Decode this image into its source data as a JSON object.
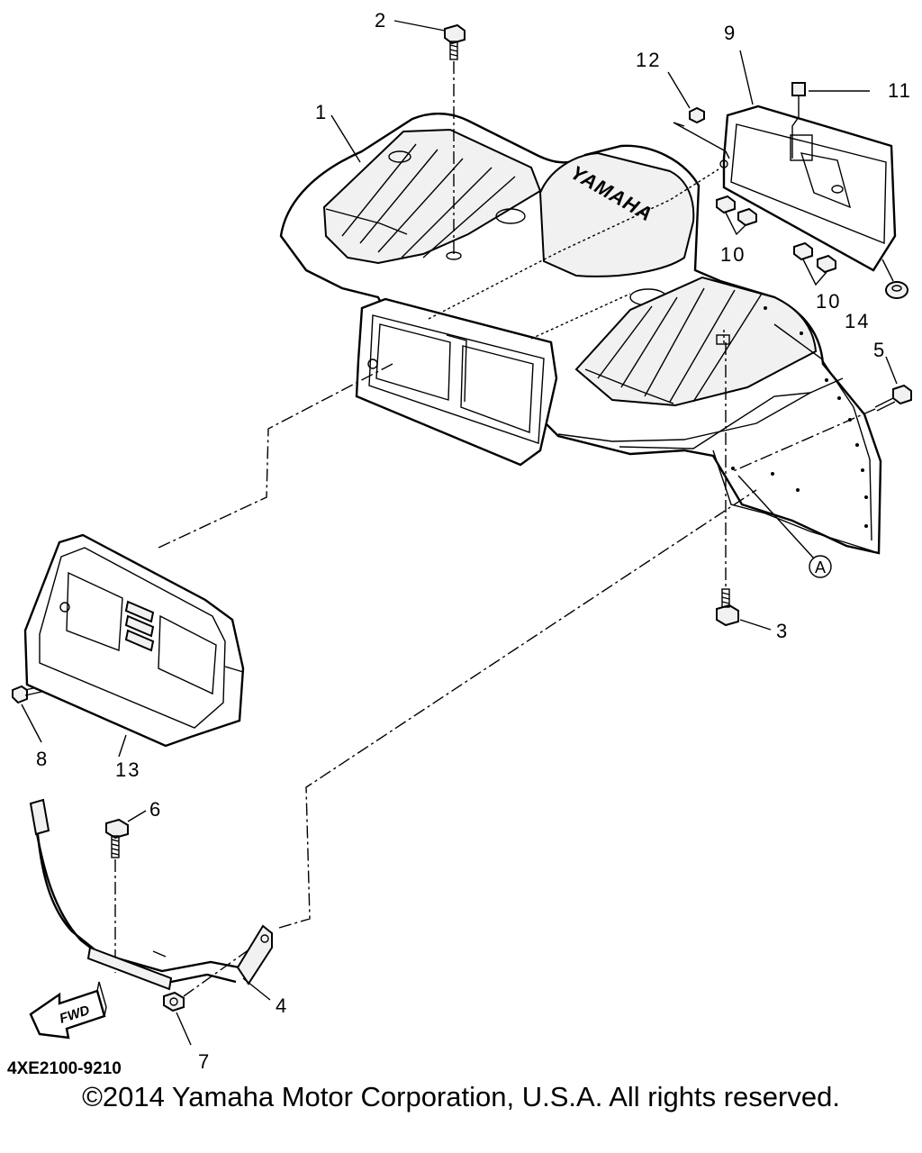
{
  "diagram": {
    "drawing_code": "4XE2100-9210",
    "fwd_label": "FWD",
    "brand_text": "YAMAHA",
    "circle_ref": "A",
    "callouts": [
      {
        "id": "1",
        "label": "1"
      },
      {
        "id": "2",
        "label": "2"
      },
      {
        "id": "3",
        "label": "3"
      },
      {
        "id": "4",
        "label": "4"
      },
      {
        "id": "5",
        "label": "5"
      },
      {
        "id": "6",
        "label": "6"
      },
      {
        "id": "7",
        "label": "7"
      },
      {
        "id": "8",
        "label": "8"
      },
      {
        "id": "9",
        "label": "9"
      },
      {
        "id": "10a",
        "label": "10"
      },
      {
        "id": "10b",
        "label": "10"
      },
      {
        "id": "11",
        "label": "11"
      },
      {
        "id": "12",
        "label": "12"
      },
      {
        "id": "13",
        "label": "13"
      },
      {
        "id": "14",
        "label": "14"
      }
    ]
  },
  "footer": {
    "copyright": "©2014 Yamaha Motor Corporation, U.S.A. All rights reserved."
  }
}
